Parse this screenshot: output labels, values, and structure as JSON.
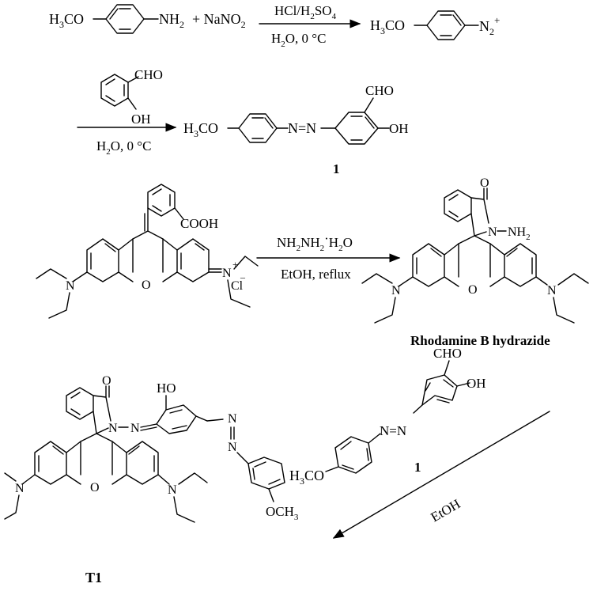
{
  "reaction1": {
    "reactant_label_a": "H",
    "reactant_label_a_sub": "3",
    "reactant_label_a_tail": "CO",
    "reactant_amine": "NH",
    "reactant_amine_sub": "2",
    "plus": "+ NaNO",
    "plus_sub": "2",
    "conditions_top_a": "HCl/H",
    "conditions_top_sub1": "2",
    "conditions_top_b": "SO",
    "conditions_top_sub2": "4",
    "conditions_bottom_a": "H",
    "conditions_bottom_sub": "2",
    "conditions_bottom_b": "O, 0 °C",
    "product_methoxy": "H",
    "product_methoxy_sub": "3",
    "product_methoxy_tail": "CO",
    "product_diazonium": "N",
    "product_diazonium_sub": "2",
    "product_diazonium_sup": "+"
  },
  "reaction2": {
    "reagent_cho": "CHO",
    "reagent_oh": "OH",
    "conditions_a": "H",
    "conditions_sub": "2",
    "conditions_b": "O, 0 °C",
    "product_methoxy": "H",
    "product_methoxy_sub": "3",
    "product_methoxy_tail": "CO",
    "product_azo": "N=N",
    "product_cho": "CHO",
    "product_oh": "OH",
    "product_label": "1"
  },
  "reaction3": {
    "reactant_cooh": "COOH",
    "reactant_o": "O",
    "reactant_n_left": "N",
    "reactant_n_right": "N",
    "reactant_plus": "+",
    "reactant_cl": "Cl",
    "reactant_minus": "–",
    "conditions_top_a": "NH",
    "conditions_top_sub1": "2",
    "conditions_top_b": "NH",
    "conditions_top_sub2": "2",
    "conditions_top_dot": "·",
    "conditions_top_c": "H",
    "conditions_top_sub3": "2",
    "conditions_top_d": "O",
    "conditions_bottom": "EtOH, reflux",
    "product_o_carbonyl": "O",
    "product_n_hydrazide": "N",
    "product_nh2": "NH",
    "product_nh2_sub": "2",
    "product_o_ring": "O",
    "product_n_left": "N",
    "product_n_right": "N",
    "product_label": "Rhodamine B hydrazide"
  },
  "reaction4": {
    "reagent_cho": "CHO",
    "reagent_oh": "OH",
    "reagent_azo": "N=N",
    "reagent_methoxy": "H",
    "reagent_methoxy_sub": "3",
    "reagent_methoxy_tail": "CO",
    "reagent_label": "1",
    "conditions": "EtOH",
    "product_oh": "HO",
    "product_o_carbonyl": "O",
    "product_n1": "N",
    "product_n2": "N",
    "product_azo_n1": "N",
    "product_azo_n2": "N",
    "product_o_ring": "O",
    "product_n_left": "N",
    "product_n_right": "N",
    "product_methoxy": "OCH",
    "product_methoxy_sub": "3",
    "product_label": "T1"
  }
}
